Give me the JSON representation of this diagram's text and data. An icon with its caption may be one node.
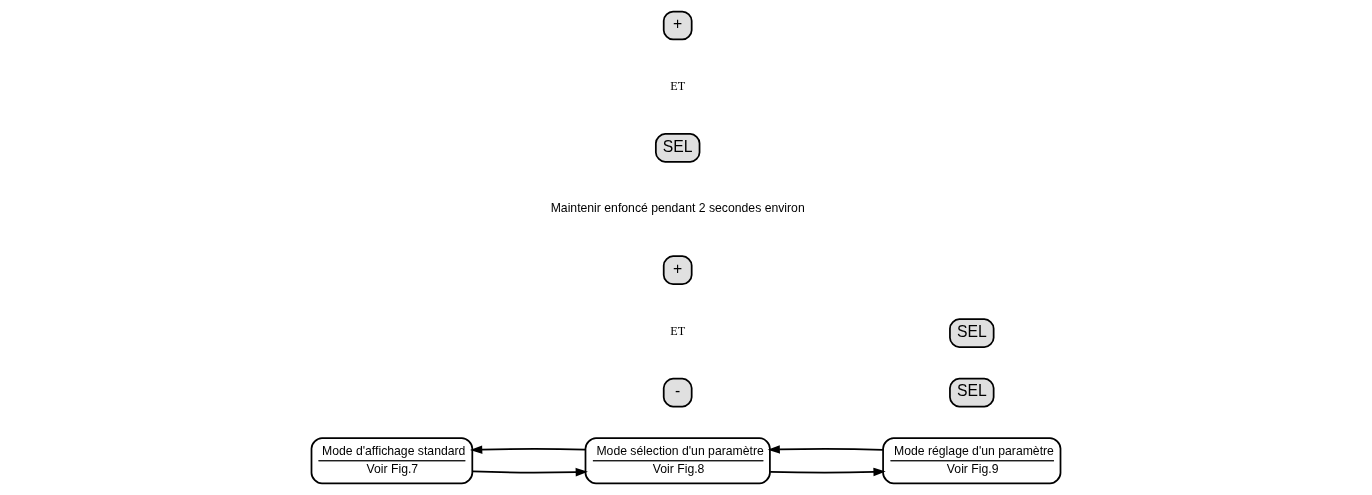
{
  "diagram": {
    "nodes": [
      {
        "text": [
          "Mode d'affichage standard",
          "Voir Fig.7"
        ]
      },
      {
        "text": [
          "Mode sélection d'un paramètre",
          "Voir Fig.8"
        ]
      },
      {
        "text": [
          "Mode réglage d'un paramètre",
          "Voir Fig.9"
        ]
      },
      {
        "text": [
          "+"
        ]
      },
      {
        "text": [
          "-"
        ]
      },
      {
        "text": [
          "SEL"
        ]
      },
      {
        "text": [
          "+"
        ]
      },
      {
        "text": [
          "SEL"
        ]
      },
      {
        "text": [
          "SEL"
        ]
      }
    ],
    "edges": [
      {
        "from": 0,
        "to": 1,
        "arrow": "to"
      },
      {
        "from": 1,
        "to": 2,
        "arrow": "to"
      },
      {
        "from": 1,
        "to": 0,
        "arrow": "to"
      },
      {
        "from": 2,
        "to": 1,
        "arrow": "to"
      }
    ],
    "labels": [
      "Maintenir enfoncé pendant 2 secondes environ",
      "ET",
      "ET"
    ]
  }
}
